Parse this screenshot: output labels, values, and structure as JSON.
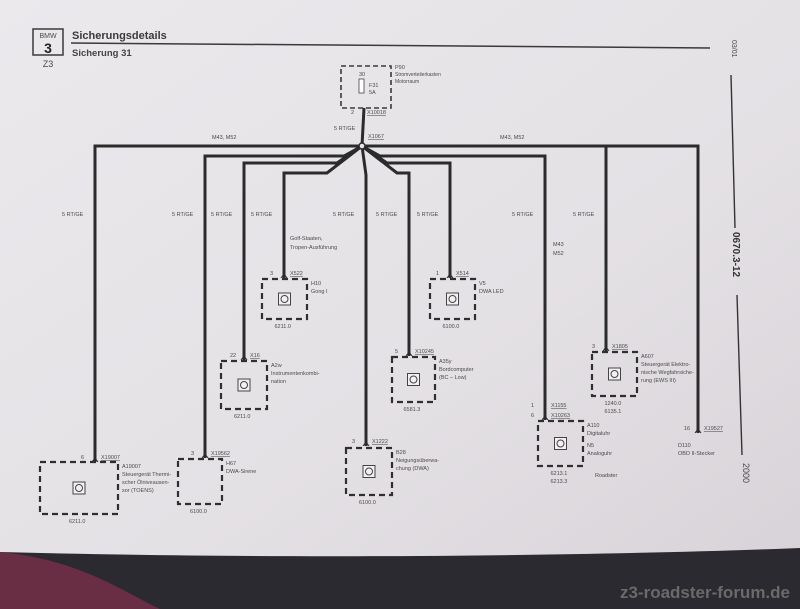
{
  "header": {
    "brand_box_top": "BMW",
    "brand_box_number": "3",
    "model": "Z3",
    "title": "Sicherungsdetails",
    "subtitle": "Sicherung 31"
  },
  "side_margin": {
    "date": "03/01",
    "document_number": "0670.3-12",
    "year": "2000"
  },
  "fuse": {
    "id": "F31",
    "rating": "5A",
    "input_pin": "30",
    "output_pin": "2",
    "housing_id": "P90",
    "housing_name": [
      "Stromverteilerkasten",
      "Motorraum"
    ],
    "output_connector": "X10018"
  },
  "trunk": {
    "wire": "5 RT/GE",
    "splice": "X1067",
    "variant_left": "M43, M52",
    "variant_right": "M43, M52"
  },
  "branches": [
    {
      "wire": "5 RT/GE",
      "pin": "6",
      "connector": "X19007",
      "component_id": "A19007",
      "component_name": [
        "Steuergerät Thermi-",
        "scher Ölniveausen-",
        "sor (TOENS)"
      ],
      "ref": [
        "6211.0"
      ]
    },
    {
      "wire": "5 RT/GE",
      "pin": "3",
      "connector": "X19562",
      "component_id": "H67",
      "component_name": [
        "DWA-Sirene"
      ],
      "ref": [
        "6100.0"
      ]
    },
    {
      "wire": "5 RT/GE",
      "pin": "22",
      "connector": "X16",
      "component_id": "A2w",
      "component_name": [
        "Instrumentenkombi-",
        "nation"
      ],
      "ref": [
        "6211.0"
      ]
    },
    {
      "wire": "5 RT/GE",
      "pin": "3",
      "connector": "X522",
      "component_id": "H10",
      "component_name": [
        "Gong I"
      ],
      "ref": [
        "6211.0"
      ],
      "note": [
        "Golf-Staaten,",
        "Tropen-Ausführung"
      ]
    },
    {
      "wire": "5 RT/GE",
      "pin": "3",
      "connector": "X1222",
      "component_id": "B28",
      "component_name": [
        "Neigungsüberwa-",
        "chung (DWA)"
      ],
      "ref": [
        "6100.0"
      ]
    },
    {
      "wire": "5 RT/GE",
      "pin": "5",
      "connector": "X10245",
      "component_id": "A35y",
      "component_name": [
        "Bordcomputer",
        "(BC – Low)"
      ],
      "ref": [
        "6581.3"
      ]
    },
    {
      "wire": "5 RT/GE",
      "pin": "1",
      "connector": "X514",
      "component_id": "V5",
      "component_name": [
        "DWA LED"
      ],
      "ref": [
        "6100.0"
      ]
    },
    {
      "wire": "5 RT/GE",
      "pin": "1 / 6",
      "connector": "X1155 / X10263",
      "component_id": "A110 / N5",
      "component_name": [
        "Digitaluhr",
        "Analoguhr"
      ],
      "ref": [
        "6213.1",
        "6213.3"
      ],
      "note": [
        "M43",
        "M52"
      ],
      "extra": "Roadster"
    },
    {
      "wire": "5 RT/GE",
      "pin": "3",
      "connector": "X1805",
      "component_id": "A607",
      "component_name": [
        "Steuergerät Elektro-",
        "nische Wegfahrsiche-",
        "rung (EWS III)"
      ],
      "ref": [
        "1240.0",
        "6135.1"
      ]
    },
    {
      "wire": "5 RT/GE",
      "pin": "16",
      "connector": "X19527",
      "component_id": "D110",
      "component_name": [
        "OBD II-Stecker"
      ],
      "ref": []
    }
  ],
  "watermark": "z3-roadster-forum.de"
}
